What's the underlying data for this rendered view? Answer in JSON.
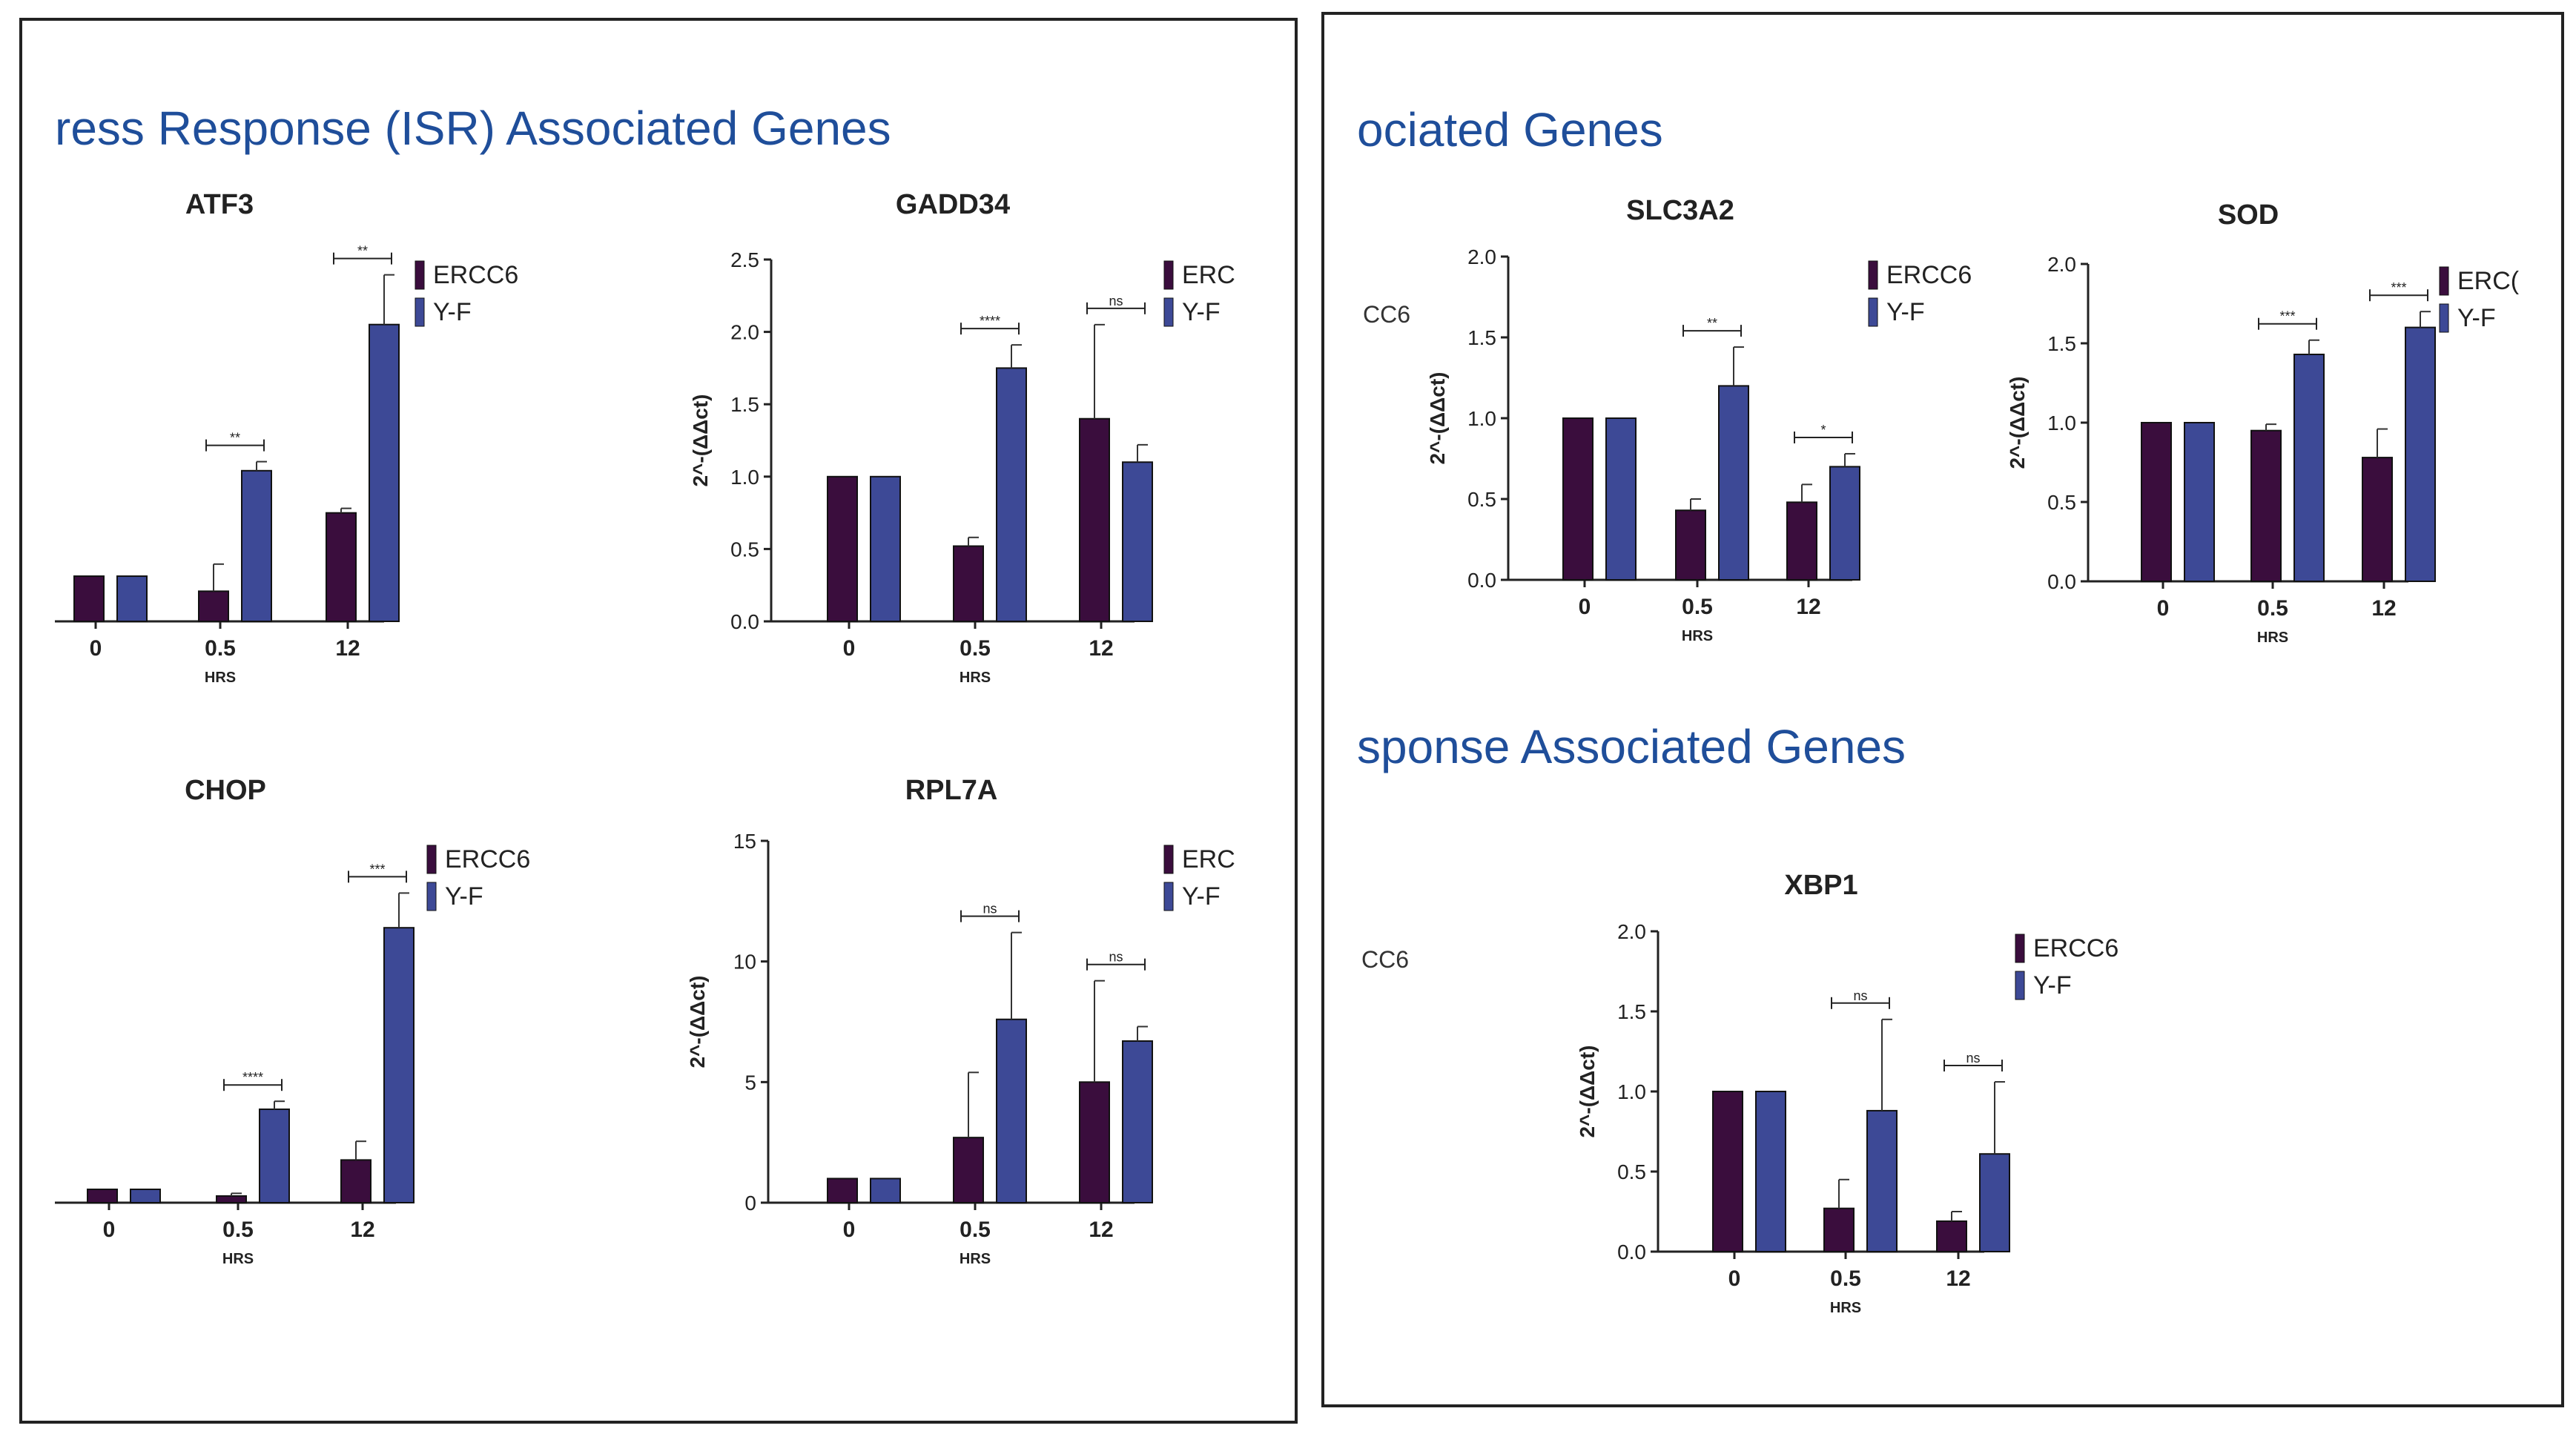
{
  "colors": {
    "ercc6": "#3a0d3d",
    "yf": "#3d4996",
    "title": "#1f4e9a"
  },
  "sections": {
    "left_title": "ress Response (ISR) Associated Genes",
    "right_top_title": "ociated Genes",
    "right_bottom_title": "sponse Associated Genes",
    "partial_legend_1": "CC6",
    "partial_legend_2": "CC6"
  },
  "chart_data": [
    {
      "id": "atf3",
      "type": "bar",
      "title": "ATF3",
      "xlabel": "HRS",
      "ylabel": "",
      "categories": [
        "0",
        "0.5",
        "12"
      ],
      "ylim": [
        0,
        2.5
      ],
      "yticks": [],
      "legend": [
        "ERCC6",
        "Y-F"
      ],
      "series": [
        {
          "name": "ERCC6",
          "values": [
            0.3,
            0.2,
            0.72
          ],
          "err": [
            0,
            0.18,
            0.03
          ]
        },
        {
          "name": "Y-F",
          "values": [
            0.3,
            1.0,
            1.97
          ],
          "err": [
            0,
            0.06,
            0.33
          ]
        }
      ],
      "sig": [
        "**",
        "**"
      ]
    },
    {
      "id": "gadd34",
      "type": "bar",
      "title": "GADD34",
      "xlabel": "HRS",
      "ylabel": "2^-(ΔΔct)",
      "categories": [
        "0",
        "0.5",
        "12"
      ],
      "ylim": [
        0,
        2.5
      ],
      "yticks": [
        "0.0",
        "0.5",
        "1.0",
        "1.5",
        "2.0",
        "2.5"
      ],
      "legend": [
        "ERC",
        "Y-F"
      ],
      "series": [
        {
          "name": "ERC",
          "values": [
            1.0,
            0.52,
            1.4
          ],
          "err": [
            0,
            0.06,
            0.65
          ]
        },
        {
          "name": "Y-F",
          "values": [
            1.0,
            1.75,
            1.1
          ],
          "err": [
            0,
            0.16,
            0.12
          ]
        }
      ],
      "sig": [
        "****",
        "ns"
      ]
    },
    {
      "id": "chop",
      "type": "bar",
      "title": "CHOP",
      "xlabel": "HRS",
      "ylabel": "",
      "categories": [
        "0",
        "0.5",
        "12"
      ],
      "ylim": [
        0,
        14
      ],
      "yticks": [],
      "legend": [
        "ERCC6",
        "Y-F"
      ],
      "series": [
        {
          "name": "ERCC6",
          "values": [
            0.5,
            0.25,
            1.6
          ],
          "err": [
            0,
            0.1,
            0.7
          ]
        },
        {
          "name": "Y-F",
          "values": [
            0.5,
            3.5,
            10.3
          ],
          "err": [
            0,
            0.3,
            1.3
          ]
        }
      ],
      "sig": [
        "****",
        "***"
      ]
    },
    {
      "id": "rpl7a",
      "type": "bar",
      "title": "RPL7A",
      "xlabel": "HRS",
      "ylabel": "2^-(ΔΔct)",
      "categories": [
        "0",
        "0.5",
        "12"
      ],
      "ylim": [
        0,
        15
      ],
      "yticks": [
        "0",
        "5",
        "10",
        "15"
      ],
      "legend": [
        "ERC",
        "Y-F"
      ],
      "series": [
        {
          "name": "ERC",
          "values": [
            1.0,
            2.7,
            5.0
          ],
          "err": [
            0,
            2.7,
            4.2
          ]
        },
        {
          "name": "Y-F",
          "values": [
            1.0,
            7.6,
            6.7
          ],
          "err": [
            0,
            3.6,
            0.6
          ]
        }
      ],
      "sig": [
        "ns",
        "ns"
      ]
    },
    {
      "id": "slc3a2",
      "type": "bar",
      "title": "SLC3A2",
      "xlabel": "HRS",
      "ylabel": "2^-(ΔΔct)",
      "categories": [
        "0",
        "0.5",
        "12"
      ],
      "ylim": [
        0,
        2.0
      ],
      "yticks": [
        "0.0",
        "0.5",
        "1.0",
        "1.5",
        "2.0"
      ],
      "legend": [
        "ERCC6",
        "Y-F"
      ],
      "series": [
        {
          "name": "ERCC6",
          "values": [
            1.0,
            0.43,
            0.48
          ],
          "err": [
            0,
            0.07,
            0.11
          ]
        },
        {
          "name": "Y-F",
          "values": [
            1.0,
            1.2,
            0.7
          ],
          "err": [
            0,
            0.24,
            0.08
          ]
        }
      ],
      "sig": [
        "**",
        "*"
      ]
    },
    {
      "id": "sod",
      "type": "bar",
      "title": "SOD",
      "xlabel": "HRS",
      "ylabel": "2^-(ΔΔct)",
      "categories": [
        "0",
        "0.5",
        "12"
      ],
      "ylim": [
        0,
        2.0
      ],
      "yticks": [
        "0.0",
        "0.5",
        "1.0",
        "1.5",
        "2.0"
      ],
      "legend": [
        "ERC(",
        "Y-F"
      ],
      "series": [
        {
          "name": "ERC(",
          "values": [
            1.0,
            0.95,
            0.78
          ],
          "err": [
            0,
            0.04,
            0.18
          ]
        },
        {
          "name": "Y-F",
          "values": [
            1.0,
            1.43,
            1.6
          ],
          "err": [
            0,
            0.09,
            0.1
          ]
        }
      ],
      "sig": [
        "***",
        "***"
      ]
    },
    {
      "id": "xbp1",
      "type": "bar",
      "title": "XBP1",
      "xlabel": "HRS",
      "ylabel": "2^-(ΔΔct)",
      "categories": [
        "0",
        "0.5",
        "12"
      ],
      "ylim": [
        0,
        2.0
      ],
      "yticks": [
        "0.0",
        "0.5",
        "1.0",
        "1.5",
        "2.0"
      ],
      "legend": [
        "ERCC6",
        "Y-F"
      ],
      "series": [
        {
          "name": "ERCC6",
          "values": [
            1.0,
            0.27,
            0.19
          ],
          "err": [
            0,
            0.18,
            0.06
          ]
        },
        {
          "name": "Y-F",
          "values": [
            1.0,
            0.88,
            0.61
          ],
          "err": [
            0,
            0.57,
            0.45
          ]
        }
      ],
      "sig": [
        "ns",
        "ns"
      ]
    }
  ]
}
